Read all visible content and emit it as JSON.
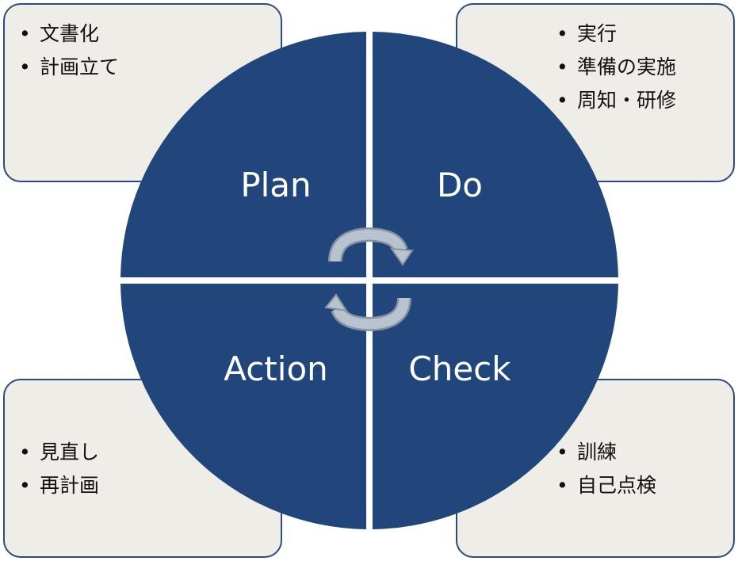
{
  "quadrants": {
    "plan": {
      "label": "Plan",
      "items": [
        "文書化",
        "計画立て"
      ]
    },
    "do": {
      "label": "Do",
      "items": [
        "実行",
        "準備の実施",
        "周知・研修"
      ]
    },
    "action": {
      "label": "Action",
      "items": [
        "見直し",
        "再計画"
      ]
    },
    "check": {
      "label": "Check",
      "items": [
        "訓練",
        "自己点検"
      ]
    }
  },
  "colors": {
    "circle_fill": "#21467c",
    "box_fill": "#efede8",
    "box_border": "#2b4b80",
    "arrow": "#b9c3cf"
  },
  "icons": {
    "cycle": "cycle-arrows-icon"
  }
}
